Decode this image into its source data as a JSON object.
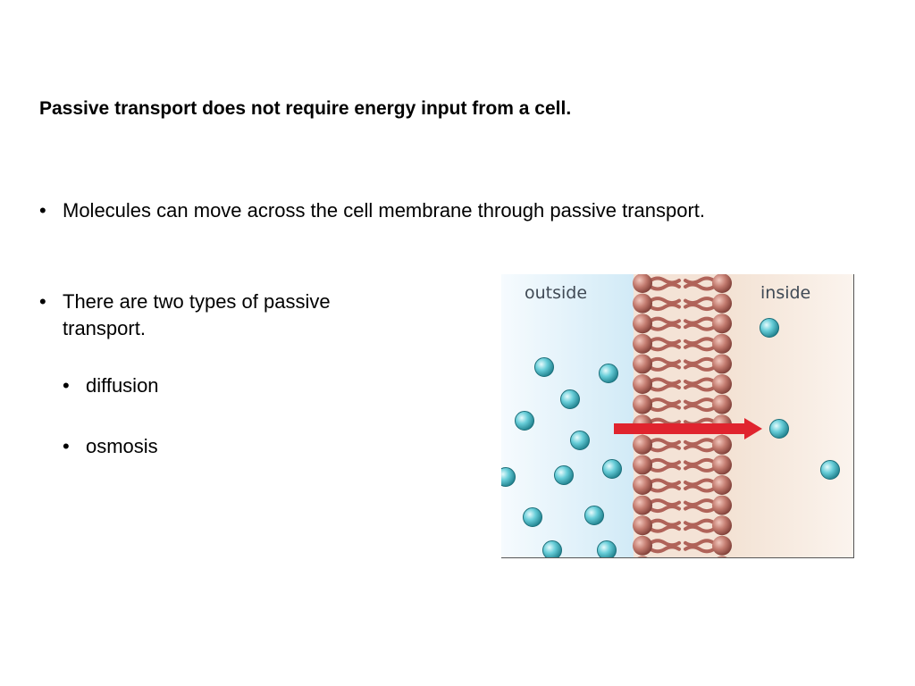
{
  "slide": {
    "title": "Passive transport does not require energy input from a cell.",
    "bullets": [
      {
        "marker": "•",
        "text": "Molecules can move across the cell membrane through passive transport."
      },
      {
        "marker": "•",
        "text": "There are two types of passive transport."
      }
    ],
    "sub_bullets": [
      {
        "marker": "•",
        "text": "diffusion"
      },
      {
        "marker": "•",
        "text": "osmosis"
      }
    ]
  },
  "figure": {
    "label_outside": "outside",
    "label_inside": "inside",
    "colors": {
      "outside_fill": "#d6eef8",
      "inside_fill": "#f1ddcc",
      "membrane_head": "#c27a6e",
      "membrane_tail": "#b06359",
      "molecule": "#5ec9d4",
      "arrow": "#e0242e"
    },
    "icons": [
      "phospholipid-bilayer-icon",
      "molecule-icon",
      "transport-arrow-icon"
    ]
  }
}
